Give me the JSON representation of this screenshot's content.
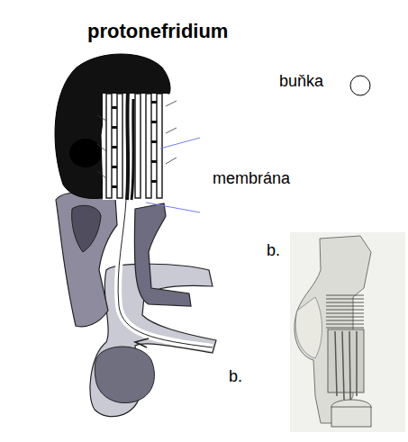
{
  "diagram": {
    "title": "protonefridium",
    "labels": [
      "buňka",
      "membrána",
      "b.",
      "b."
    ]
  }
}
